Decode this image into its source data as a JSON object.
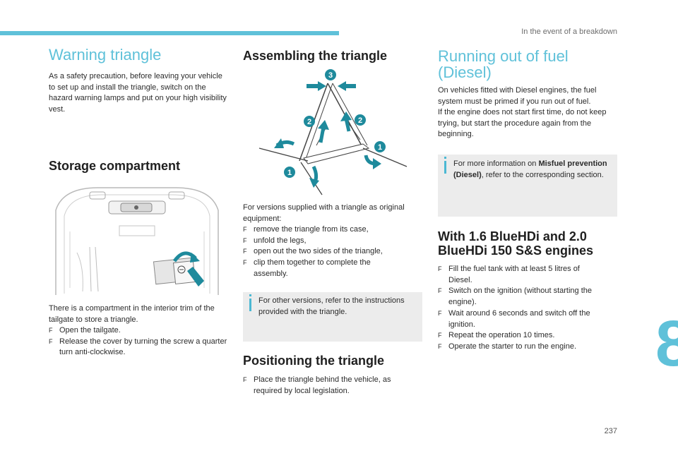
{
  "header": {
    "section": "In the event of a breakdown"
  },
  "chapter": "8",
  "page_number": "237",
  "col1": {
    "title": "Warning triangle",
    "intro": "As a safety precaution, before leaving your vehicle to set up and install the triangle, switch on the hazard warning lamps and put on your high visibility vest.",
    "storage_title": "Storage compartment",
    "storage_text": "There is a compartment in the interior trim of the tailgate to store a triangle.",
    "storage_steps": [
      "Open the tailgate.",
      "Release the cover by turning the screw a quarter turn anti-clockwise."
    ]
  },
  "col2": {
    "assembling_title": "Assembling the triangle",
    "figure_callouts": [
      "3",
      "2",
      "2",
      "1",
      "1"
    ],
    "intro": "For versions supplied with a triangle as original equipment:",
    "steps": [
      "remove the triangle from its case,",
      "unfold the legs,",
      "open out the two sides of the triangle,",
      "clip them together to complete the assembly."
    ],
    "note": "For other versions, refer to the instructions provided with the triangle.",
    "positioning_title": "Positioning the triangle",
    "positioning_steps": [
      "Place the triangle behind the vehicle, as required by local legislation."
    ]
  },
  "col3": {
    "title_line1": "Running out of fuel",
    "title_line2": "(Diesel)",
    "intro1": "On vehicles fitted with Diesel engines, the fuel system must be primed if you run out of fuel.",
    "intro2": "If the engine does not start first time, do not keep trying, but start the procedure again from the beginning.",
    "note_pre": "For more information on ",
    "note_bold": "Misfuel prevention (Diesel)",
    "note_post": ", refer to the corresponding section.",
    "engines_title_line1": "With 1.6 BlueHDi and 2.0",
    "engines_title_line2": "BlueHDi 150 S&S engines",
    "engine_steps": [
      "Fill the fuel tank with at least 5 litres of Diesel.",
      "Switch on the ignition (without starting the engine).",
      "Wait around 6 seconds and switch off the ignition.",
      "Repeat the operation 10 times.",
      "Operate the starter to run the engine."
    ]
  },
  "colors": {
    "accent": "#5fc1d9",
    "figure_teal": "#1e8a9c",
    "note_bg": "#ececec"
  },
  "bullet_marker": "F"
}
